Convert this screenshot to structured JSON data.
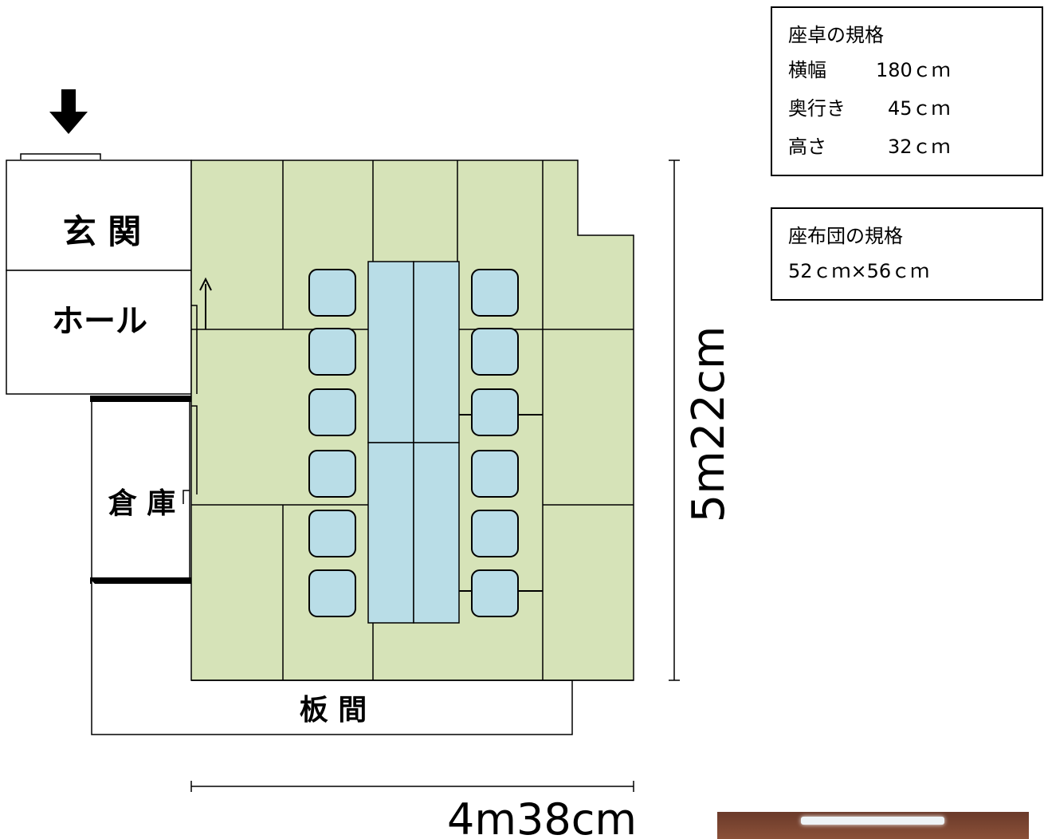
{
  "rooms": {
    "entrance": "玄 関",
    "hall": "ホール",
    "storage": "倉 庫",
    "wood_floor": "板 間"
  },
  "dimensions": {
    "height": "5m22cm",
    "width": "4m38cm"
  },
  "table_spec": {
    "title": "座卓の規格",
    "rows": [
      {
        "label": "横幅",
        "value": "180ｃｍ"
      },
      {
        "label": "奥行き",
        "value": "45ｃｍ"
      },
      {
        "label": "高さ",
        "value": "32ｃｍ"
      }
    ]
  },
  "cushion_spec": {
    "title": "座布団の規格",
    "size": "52ｃｍ×56ｃｍ"
  },
  "colors": {
    "tatami": "#d6e3b8",
    "table": "#b9dde7",
    "cushion": "#b9dde7",
    "line": "#000000"
  },
  "icons": {
    "entry_arrow": "down-arrow-icon",
    "door_arrow": "up-arrow-icon"
  }
}
